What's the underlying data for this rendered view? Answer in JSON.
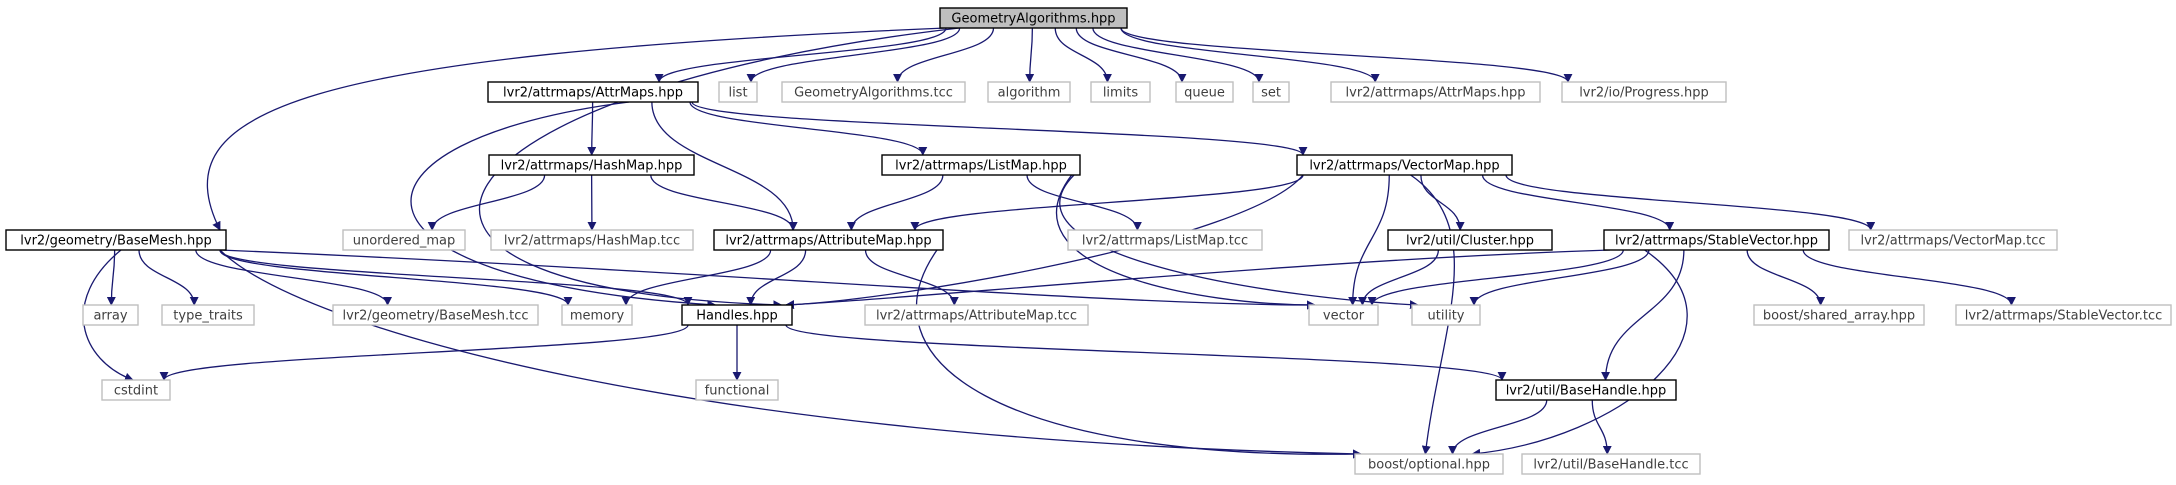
{
  "graph": {
    "edge_color": "#191970",
    "root_fill": "#bfbfbf",
    "external_border": "#bfbfbf",
    "nodes": {
      "geometry_algorithms_hpp": {
        "label": "GeometryAlgorithms.hpp",
        "kind": "root"
      },
      "attrmaps_attrmaps_hpp": {
        "label": "lvr2/attrmaps/AttrMaps.hpp",
        "kind": "file"
      },
      "list": {
        "label": "list",
        "kind": "external"
      },
      "geometry_algorithms_tcc": {
        "label": "GeometryAlgorithms.tcc",
        "kind": "external"
      },
      "algorithm": {
        "label": "algorithm",
        "kind": "external"
      },
      "limits": {
        "label": "limits",
        "kind": "external"
      },
      "queue": {
        "label": "queue",
        "kind": "external"
      },
      "set": {
        "label": "set",
        "kind": "external"
      },
      "attrmaps_attrmaps_hpp_ext": {
        "label": "lvr2/attrmaps/AttrMaps.hpp",
        "kind": "external"
      },
      "io_progress_hpp": {
        "label": "lvr2/io/Progress.hpp",
        "kind": "external"
      },
      "hashmap_hpp": {
        "label": "lvr2/attrmaps/HashMap.hpp",
        "kind": "file"
      },
      "listmap_hpp": {
        "label": "lvr2/attrmaps/ListMap.hpp",
        "kind": "file"
      },
      "vectormap_hpp": {
        "label": "lvr2/attrmaps/VectorMap.hpp",
        "kind": "file"
      },
      "basemesh_hpp": {
        "label": "lvr2/geometry/BaseMesh.hpp",
        "kind": "file"
      },
      "unordered_map": {
        "label": "unordered_map",
        "kind": "external"
      },
      "hashmap_tcc": {
        "label": "lvr2/attrmaps/HashMap.tcc",
        "kind": "external"
      },
      "attributemap_hpp": {
        "label": "lvr2/attrmaps/AttributeMap.hpp",
        "kind": "file"
      },
      "listmap_tcc": {
        "label": "lvr2/attrmaps/ListMap.tcc",
        "kind": "external"
      },
      "cluster_hpp": {
        "label": "lvr2/util/Cluster.hpp",
        "kind": "file"
      },
      "stablevector_hpp": {
        "label": "lvr2/attrmaps/StableVector.hpp",
        "kind": "file"
      },
      "vectormap_tcc": {
        "label": "lvr2/attrmaps/VectorMap.tcc",
        "kind": "external"
      },
      "array": {
        "label": "array",
        "kind": "external"
      },
      "type_traits": {
        "label": "type_traits",
        "kind": "external"
      },
      "basemesh_tcc": {
        "label": "lvr2/geometry/BaseMesh.tcc",
        "kind": "external"
      },
      "memory": {
        "label": "memory",
        "kind": "external"
      },
      "handles_hpp": {
        "label": "Handles.hpp",
        "kind": "file"
      },
      "attributemap_tcc": {
        "label": "lvr2/attrmaps/AttributeMap.tcc",
        "kind": "external"
      },
      "vector": {
        "label": "vector",
        "kind": "external"
      },
      "utility": {
        "label": "utility",
        "kind": "external"
      },
      "shared_array_hpp": {
        "label": "boost/shared_array.hpp",
        "kind": "external"
      },
      "stablevector_tcc": {
        "label": "lvr2/attrmaps/StableVector.tcc",
        "kind": "external"
      },
      "cstdint": {
        "label": "cstdint",
        "kind": "external"
      },
      "functional": {
        "label": "functional",
        "kind": "external"
      },
      "basehandle_hpp": {
        "label": "lvr2/util/BaseHandle.hpp",
        "kind": "file"
      },
      "optional_hpp": {
        "label": "boost/optional.hpp",
        "kind": "external"
      },
      "basehandle_tcc": {
        "label": "lvr2/util/BaseHandle.tcc",
        "kind": "external"
      }
    }
  }
}
